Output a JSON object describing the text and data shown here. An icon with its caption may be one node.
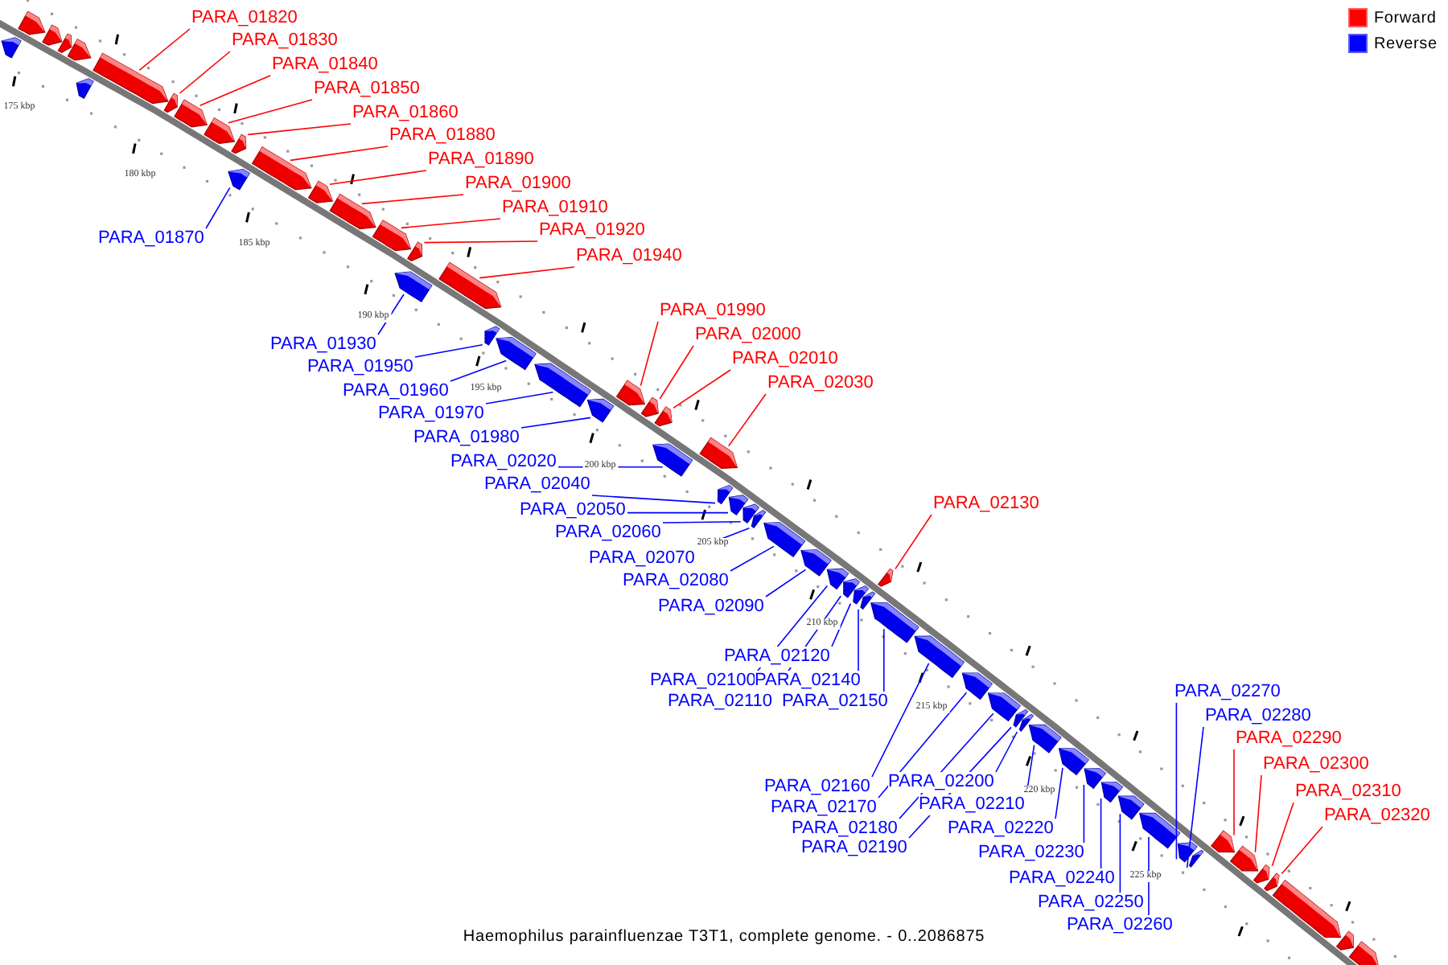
{
  "diagram": {
    "caption": "Haemophilus parainfluenzae T3T1, complete genome. - 0..2086875",
    "nodes": [
      {
        "text": [
          "PARA_01820"
        ]
      },
      {
        "text": [
          "PARA_01830"
        ]
      },
      {
        "text": [
          "PARA_01840"
        ]
      },
      {
        "text": [
          "PARA_01850"
        ]
      },
      {
        "text": [
          "PARA_01860"
        ]
      },
      {
        "text": [
          "PARA_01880"
        ]
      },
      {
        "text": [
          "PARA_01890"
        ]
      },
      {
        "text": [
          "PARA_01900"
        ]
      },
      {
        "text": [
          "PARA_01910"
        ]
      },
      {
        "text": [
          "PARA_01920"
        ]
      },
      {
        "text": [
          "PARA_01870"
        ]
      },
      {
        "text": [
          "PARA_01940"
        ]
      },
      {
        "text": [
          "PARA_01990"
        ]
      },
      {
        "text": [
          "PARA_02000"
        ]
      },
      {
        "text": [
          "PARA_01930"
        ]
      },
      {
        "text": [
          "PARA_02010"
        ]
      },
      {
        "text": [
          "PARA_01950"
        ]
      },
      {
        "text": [
          "PARA_02030"
        ]
      },
      {
        "text": [
          "PARA_01960"
        ]
      },
      {
        "text": [
          "PARA_01970"
        ]
      },
      {
        "text": [
          "PARA_01980"
        ]
      },
      {
        "text": [
          "PARA_02020"
        ]
      },
      {
        "text": [
          "PARA_02040"
        ]
      },
      {
        "text": [
          "PARA_02130"
        ]
      },
      {
        "text": [
          "PARA_02050"
        ]
      },
      {
        "text": [
          "PARA_02060"
        ]
      },
      {
        "text": [
          "PARA_02070"
        ]
      },
      {
        "text": [
          "PARA_02080"
        ]
      },
      {
        "text": [
          "PARA_02090"
        ]
      },
      {
        "text": [
          "PARA_02120"
        ]
      },
      {
        "text": [
          "PARA_02100"
        ]
      },
      {
        "text": [
          "PARA_02140"
        ]
      },
      {
        "text": [
          "PARA_02270"
        ]
      },
      {
        "text": [
          "PARA_02110"
        ]
      },
      {
        "text": [
          "PARA_02150"
        ]
      },
      {
        "text": [
          "PARA_02280"
        ]
      },
      {
        "text": [
          "PARA_02290"
        ]
      },
      {
        "text": [
          "PARA_02300"
        ]
      },
      {
        "text": [
          "PARA_02200"
        ]
      },
      {
        "text": [
          "PARA_02160"
        ]
      },
      {
        "text": [
          "PARA_02310"
        ]
      },
      {
        "text": [
          "PARA_02210"
        ]
      },
      {
        "text": [
          "PARA_02170"
        ]
      },
      {
        "text": [
          "PARA_02320"
        ]
      },
      {
        "text": [
          "PARA_02180"
        ]
      },
      {
        "text": [
          "PARA_02220"
        ]
      },
      {
        "text": [
          "PARA_02190"
        ]
      },
      {
        "text": [
          "PARA_02230"
        ]
      },
      {
        "text": [
          "PARA_02240"
        ]
      },
      {
        "text": [
          "PARA_02250"
        ]
      },
      {
        "text": [
          "PARA_02260"
        ]
      },
      {
        "text": [],
        "shape": "bar"
      },
      {
        "text": [],
        "shape": "bar"
      },
      {
        "text": [],
        "shape": "bar"
      },
      {
        "text": [],
        "shape": "bar"
      },
      {
        "text": [],
        "shape": "bar"
      },
      {
        "text": [],
        "shape": "bar"
      },
      {
        "text": [],
        "shape": "bar"
      },
      {
        "text": [],
        "shape": "bar"
      },
      {
        "text": [],
        "shape": "bar"
      },
      {
        "text": [],
        "shape": "bar"
      },
      {
        "text": [],
        "shape": "bar"
      },
      {
        "text": [],
        "shape": "bar"
      },
      {
        "text": [],
        "shape": "bar"
      },
      {
        "text": [],
        "shape": "bar"
      },
      {
        "text": [],
        "shape": "bar"
      },
      {
        "text": [],
        "shape": "bar"
      },
      {
        "text": [],
        "shape": "bar"
      },
      {
        "text": [],
        "shape": "bar"
      },
      {
        "text": [],
        "shape": "bar"
      },
      {
        "text": [],
        "shape": "bar"
      },
      {
        "text": [],
        "shape": "bar"
      },
      {
        "text": [],
        "shape": "bar"
      },
      {
        "text": [],
        "shape": "bar"
      },
      {
        "text": [],
        "shape": "bar"
      },
      {
        "text": [],
        "shape": "bar"
      },
      {
        "text": [],
        "shape": "bar"
      },
      {
        "text": [],
        "shape": "bar"
      },
      {
        "text": [],
        "shape": "bar"
      },
      {
        "text": [],
        "shape": "bar"
      },
      {
        "text": [],
        "shape": "bar"
      },
      {
        "text": [],
        "shape": "bar"
      },
      {
        "text": [],
        "shape": "bar"
      },
      {
        "text": [],
        "shape": "bar"
      },
      {
        "text": [],
        "shape": "bar"
      },
      {
        "text": [],
        "shape": "bar"
      },
      {
        "text": [],
        "shape": "bar"
      },
      {
        "text": [],
        "shape": "bar"
      },
      {
        "text": [],
        "shape": "bar"
      },
      {
        "text": [],
        "shape": "bar"
      },
      {
        "text": [],
        "shape": "bar"
      },
      {
        "text": [],
        "shape": "bar"
      },
      {
        "text": [],
        "shape": "bar"
      },
      {
        "text": [],
        "shape": "bar"
      },
      {
        "text": [],
        "shape": "bar"
      },
      {
        "text": [],
        "shape": "bar"
      },
      {
        "text": [],
        "shape": "bar"
      },
      {
        "text": [],
        "shape": "bar"
      },
      {
        "text": [],
        "shape": "bar"
      },
      {
        "text": [],
        "shape": "bar"
      },
      {
        "text": [],
        "shape": "bar"
      },
      {
        "text": [],
        "shape": "bar"
      },
      {
        "text": [],
        "shape": "bar"
      },
      {
        "text": [],
        "shape": "bar"
      },
      {
        "text": [],
        "shape": "bar"
      },
      {
        "text": [],
        "shape": "bar"
      },
      {
        "text": [],
        "shape": "bar"
      },
      {
        "text": [],
        "shape": "bar"
      },
      {
        "text": [],
        "shape": "bar"
      },
      {
        "text": [],
        "shape": "bar"
      },
      {
        "text": [],
        "shape": "bar"
      }
    ],
    "edges": [
      {
        "from": 0,
        "to": 57,
        "arrow": "none",
        "color": "#ff0000"
      },
      {
        "from": 1,
        "to": 58,
        "arrow": "none",
        "color": "#ff0000"
      },
      {
        "from": 2,
        "to": 59,
        "arrow": "none",
        "color": "#ff0000"
      },
      {
        "from": 3,
        "to": 60,
        "arrow": "none",
        "color": "#ff0000"
      },
      {
        "from": 4,
        "to": 61,
        "arrow": "none",
        "color": "#ff0000"
      },
      {
        "from": 5,
        "to": 63,
        "arrow": "none",
        "color": "#ff0000"
      },
      {
        "from": 6,
        "to": 64,
        "arrow": "none",
        "color": "#ff0000"
      },
      {
        "from": 7,
        "to": 65,
        "arrow": "none",
        "color": "#ff0000"
      },
      {
        "from": 8,
        "to": 66,
        "arrow": "none",
        "color": "#ff0000"
      },
      {
        "from": 9,
        "to": 68,
        "arrow": "none",
        "color": "#ff0000"
      },
      {
        "from": 10,
        "to": 62,
        "arrow": "none"
      },
      {
        "from": 11,
        "to": 69,
        "arrow": "none",
        "color": "#ff0000"
      },
      {
        "from": 12,
        "to": 74,
        "arrow": "none",
        "color": "#ff0000"
      },
      {
        "from": 13,
        "to": 75,
        "arrow": "none",
        "color": "#ff0000"
      },
      {
        "from": 14,
        "to": 67,
        "arrow": "none"
      },
      {
        "from": 15,
        "to": 76,
        "arrow": "none",
        "color": "#ff0000"
      },
      {
        "from": 16,
        "to": 70,
        "arrow": "none"
      },
      {
        "from": 17,
        "to": 78,
        "arrow": "none",
        "color": "#ff0000"
      },
      {
        "from": 18,
        "to": 71,
        "arrow": "none"
      },
      {
        "from": 19,
        "to": 72,
        "arrow": "none"
      },
      {
        "from": 20,
        "to": 73,
        "arrow": "none"
      },
      {
        "from": 21,
        "to": 77,
        "arrow": "none"
      },
      {
        "from": 22,
        "to": 79,
        "arrow": "none"
      },
      {
        "from": 23,
        "to": 89,
        "arrow": "none",
        "color": "#ff0000"
      },
      {
        "from": 24,
        "to": 80,
        "arrow": "none"
      },
      {
        "from": 25,
        "to": 81,
        "arrow": "none"
      },
      {
        "from": 26,
        "to": 82,
        "arrow": "none"
      },
      {
        "from": 27,
        "to": 83,
        "arrow": "none"
      },
      {
        "from": 28,
        "to": 84,
        "arrow": "none"
      },
      {
        "from": 29,
        "to": 87,
        "arrow": "none"
      },
      {
        "from": 30,
        "to": 85,
        "arrow": "none"
      },
      {
        "from": 31,
        "to": 88,
        "arrow": "none"
      },
      {
        "from": 32,
        "to": 102,
        "arrow": "none"
      },
      {
        "from": 33,
        "to": 86,
        "arrow": "none"
      },
      {
        "from": 34,
        "to": 90,
        "arrow": "none"
      },
      {
        "from": 35,
        "to": 103,
        "arrow": "none"
      },
      {
        "from": 36,
        "to": 104,
        "arrow": "none",
        "color": "#ff0000"
      },
      {
        "from": 37,
        "to": 105,
        "arrow": "none",
        "color": "#ff0000"
      },
      {
        "from": 38,
        "to": 95,
        "arrow": "none"
      },
      {
        "from": 39,
        "to": 91,
        "arrow": "none"
      },
      {
        "from": 40,
        "to": 106,
        "arrow": "none",
        "color": "#ff0000"
      },
      {
        "from": 41,
        "to": 96,
        "arrow": "none"
      },
      {
        "from": 42,
        "to": 92,
        "arrow": "none"
      },
      {
        "from": 43,
        "to": 107,
        "arrow": "none",
        "color": "#ff0000"
      },
      {
        "from": 44,
        "to": 93,
        "arrow": "none"
      },
      {
        "from": 45,
        "to": 97,
        "arrow": "none"
      },
      {
        "from": 46,
        "to": 94,
        "arrow": "none"
      },
      {
        "from": 47,
        "to": 98,
        "arrow": "none"
      },
      {
        "from": 48,
        "to": 99,
        "arrow": "none"
      },
      {
        "from": 49,
        "to": 100,
        "arrow": "none"
      },
      {
        "from": 50,
        "to": 101,
        "arrow": "none"
      }
    ],
    "labels": [
      "175 kbp",
      "180 kbp",
      "185 kbp",
      "190 kbp",
      "195 kbp",
      "200 kbp",
      "205 kbp",
      "210 kbp",
      "215 kbp",
      "220 kbp",
      "225 kbp"
    ],
    "legend": [
      {
        "text": "Forward",
        "color": "#ff0000"
      },
      {
        "text": "Reverse",
        "color": "#0000ff"
      }
    ]
  }
}
